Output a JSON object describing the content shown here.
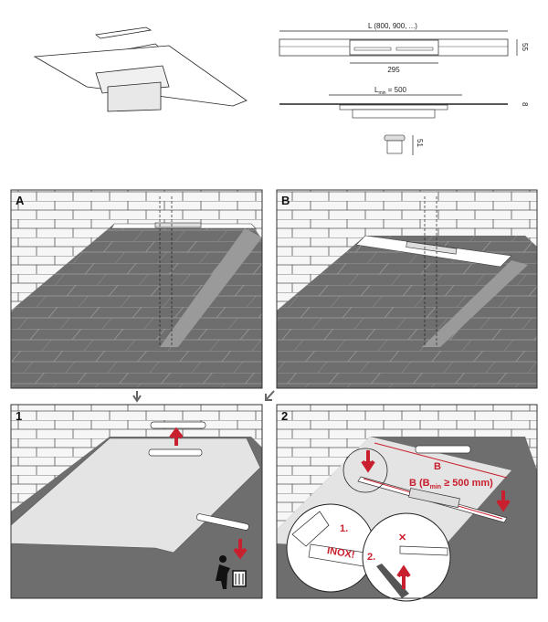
{
  "technical_drawing": {
    "length_label": "L (800, 900, ...)",
    "height_dim": "55",
    "center_width_dim": "295",
    "lmin_prefix": "L",
    "lmin_sub": "min",
    "lmin_value": " = 500",
    "thickness_dim": "8",
    "outlet_height_dim": "51"
  },
  "panels": {
    "a": {
      "label": "A"
    },
    "b": {
      "label": "B"
    },
    "step1": {
      "label": "1"
    },
    "step2": {
      "label": "2",
      "dim_b": "B",
      "dim_bmin_prefix": "B (B",
      "dim_bmin_sub": "min",
      "dim_bmin_value": " ≥ 500 mm)",
      "detail_step1": "1.",
      "detail_step2": "2.",
      "inox_label": "INOX!"
    }
  },
  "colors": {
    "accent_red": "#c8202e",
    "floor_gray": "#6e6e6e",
    "wall": "#f4f4f4"
  }
}
